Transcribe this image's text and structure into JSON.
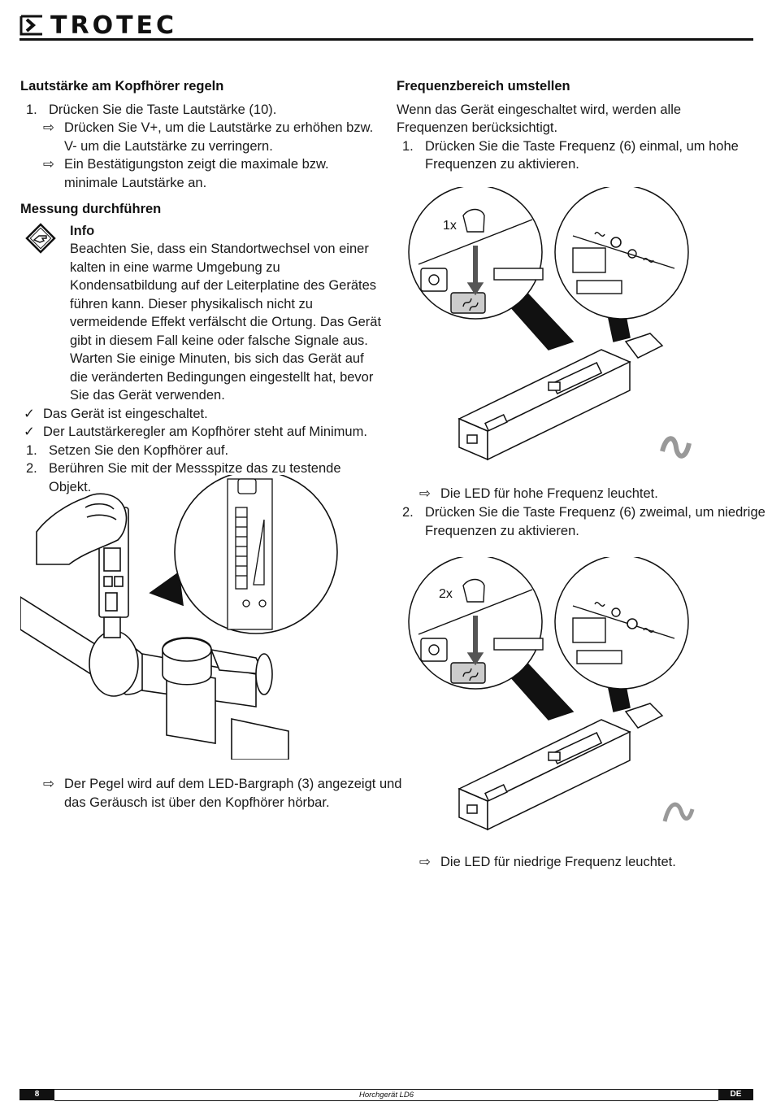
{
  "header": {
    "brand": "TROTEC"
  },
  "left": {
    "sec1_title": "Lautstärke am Kopfhörer regeln",
    "sec1_step1_num": "1.",
    "sec1_step1": "Drücken Sie die Taste Lautstärke (10).",
    "sec1_res1": "Drücken Sie V+, um die Lautstärke zu erhöhen bzw. V- um die Lautstärke zu verringern.",
    "sec1_res2": "Ein Bestätigungston zeigt die maximale bzw. minimale Lautstärke an.",
    "sec2_title": "Messung durchführen",
    "info_title": "Info",
    "info_text": "Beachten Sie, dass ein Standortwechsel von einer kalten in eine warme Umgebung zu Kondensatbildung auf der Leiterplatine des Gerätes führen kann. Dieser physikalisch nicht zu vermeidende Effekt verfälscht die Ortung. Das Gerät gibt in diesem Fall keine oder falsche Signale aus. Warten Sie einige Minuten, bis sich das Gerät auf die veränderten Bedingungen eingestellt hat, bevor Sie das Gerät verwenden.",
    "check1": "Das Gerät ist eingeschaltet.",
    "check2": "Der Lautstärkeregler am Kopfhörer steht auf Minimum.",
    "step1_num": "1.",
    "step1": "Setzen Sie den Kopfhörer auf.",
    "step2_num": "2.",
    "step2": "Berühren Sie mit der Messspitze das zu testende Objekt.",
    "res_after_fig": "Der Pegel wird auf dem LED-Bargraph (3) angezeigt und das Geräusch ist über den Kopfhörer hörbar."
  },
  "right": {
    "title": "Frequenzbereich umstellen",
    "intro": "Wenn das Gerät eingeschaltet wird, werden alle Frequenzen berücksichtigt.",
    "step1_num": "1.",
    "step1": "Drücken Sie die Taste Frequenz (6) einmal, um hohe Frequenzen zu aktivieren.",
    "fig1_press_label": "1x",
    "res1": "Die LED für hohe Frequenz leuchtet.",
    "step2_num": "2.",
    "step2": "Drücken Sie die Taste Frequenz (6) zweimal, um niedrige Frequenzen zu aktivieren.",
    "fig2_press_label": "2x",
    "res2": "Die LED für niedrige Frequenz leuchtet."
  },
  "footer": {
    "page": "8",
    "doc_title": "Horchgerät LD6",
    "lang": "DE"
  },
  "icons": {
    "result_arrow": "⇨",
    "check": "✓",
    "info_icon": "hand-pointer-diamond-icon",
    "brand_icon": "chevron-box-icon"
  }
}
